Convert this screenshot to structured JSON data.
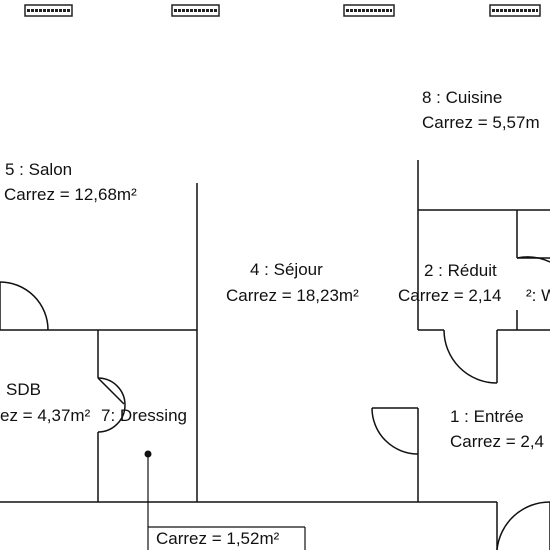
{
  "rooms": {
    "cuisine": {
      "name": "8 : Cuisine",
      "area": "Carrez = 5,57m"
    },
    "salon": {
      "name": "5 : Salon",
      "area": "Carrez = 12,68m²"
    },
    "sejour": {
      "name": "4 : Séjour",
      "area": "Carrez = 18,23m²"
    },
    "reduit": {
      "name": "2 : Réduit",
      "area": "Carrez = 2,14"
    },
    "wc": {
      "partial": "²: W"
    },
    "sdb": {
      "name": "SDB",
      "area": "ez = 4,37m²"
    },
    "dressing": {
      "name": "7: Dressing",
      "area": "Carrez = 1,52m²"
    },
    "entree": {
      "name": "1 : Entrée",
      "area": "Carrez = 2,4"
    }
  },
  "colors": {
    "wall": "#111111",
    "background": "#ffffff",
    "window": "#222222"
  }
}
